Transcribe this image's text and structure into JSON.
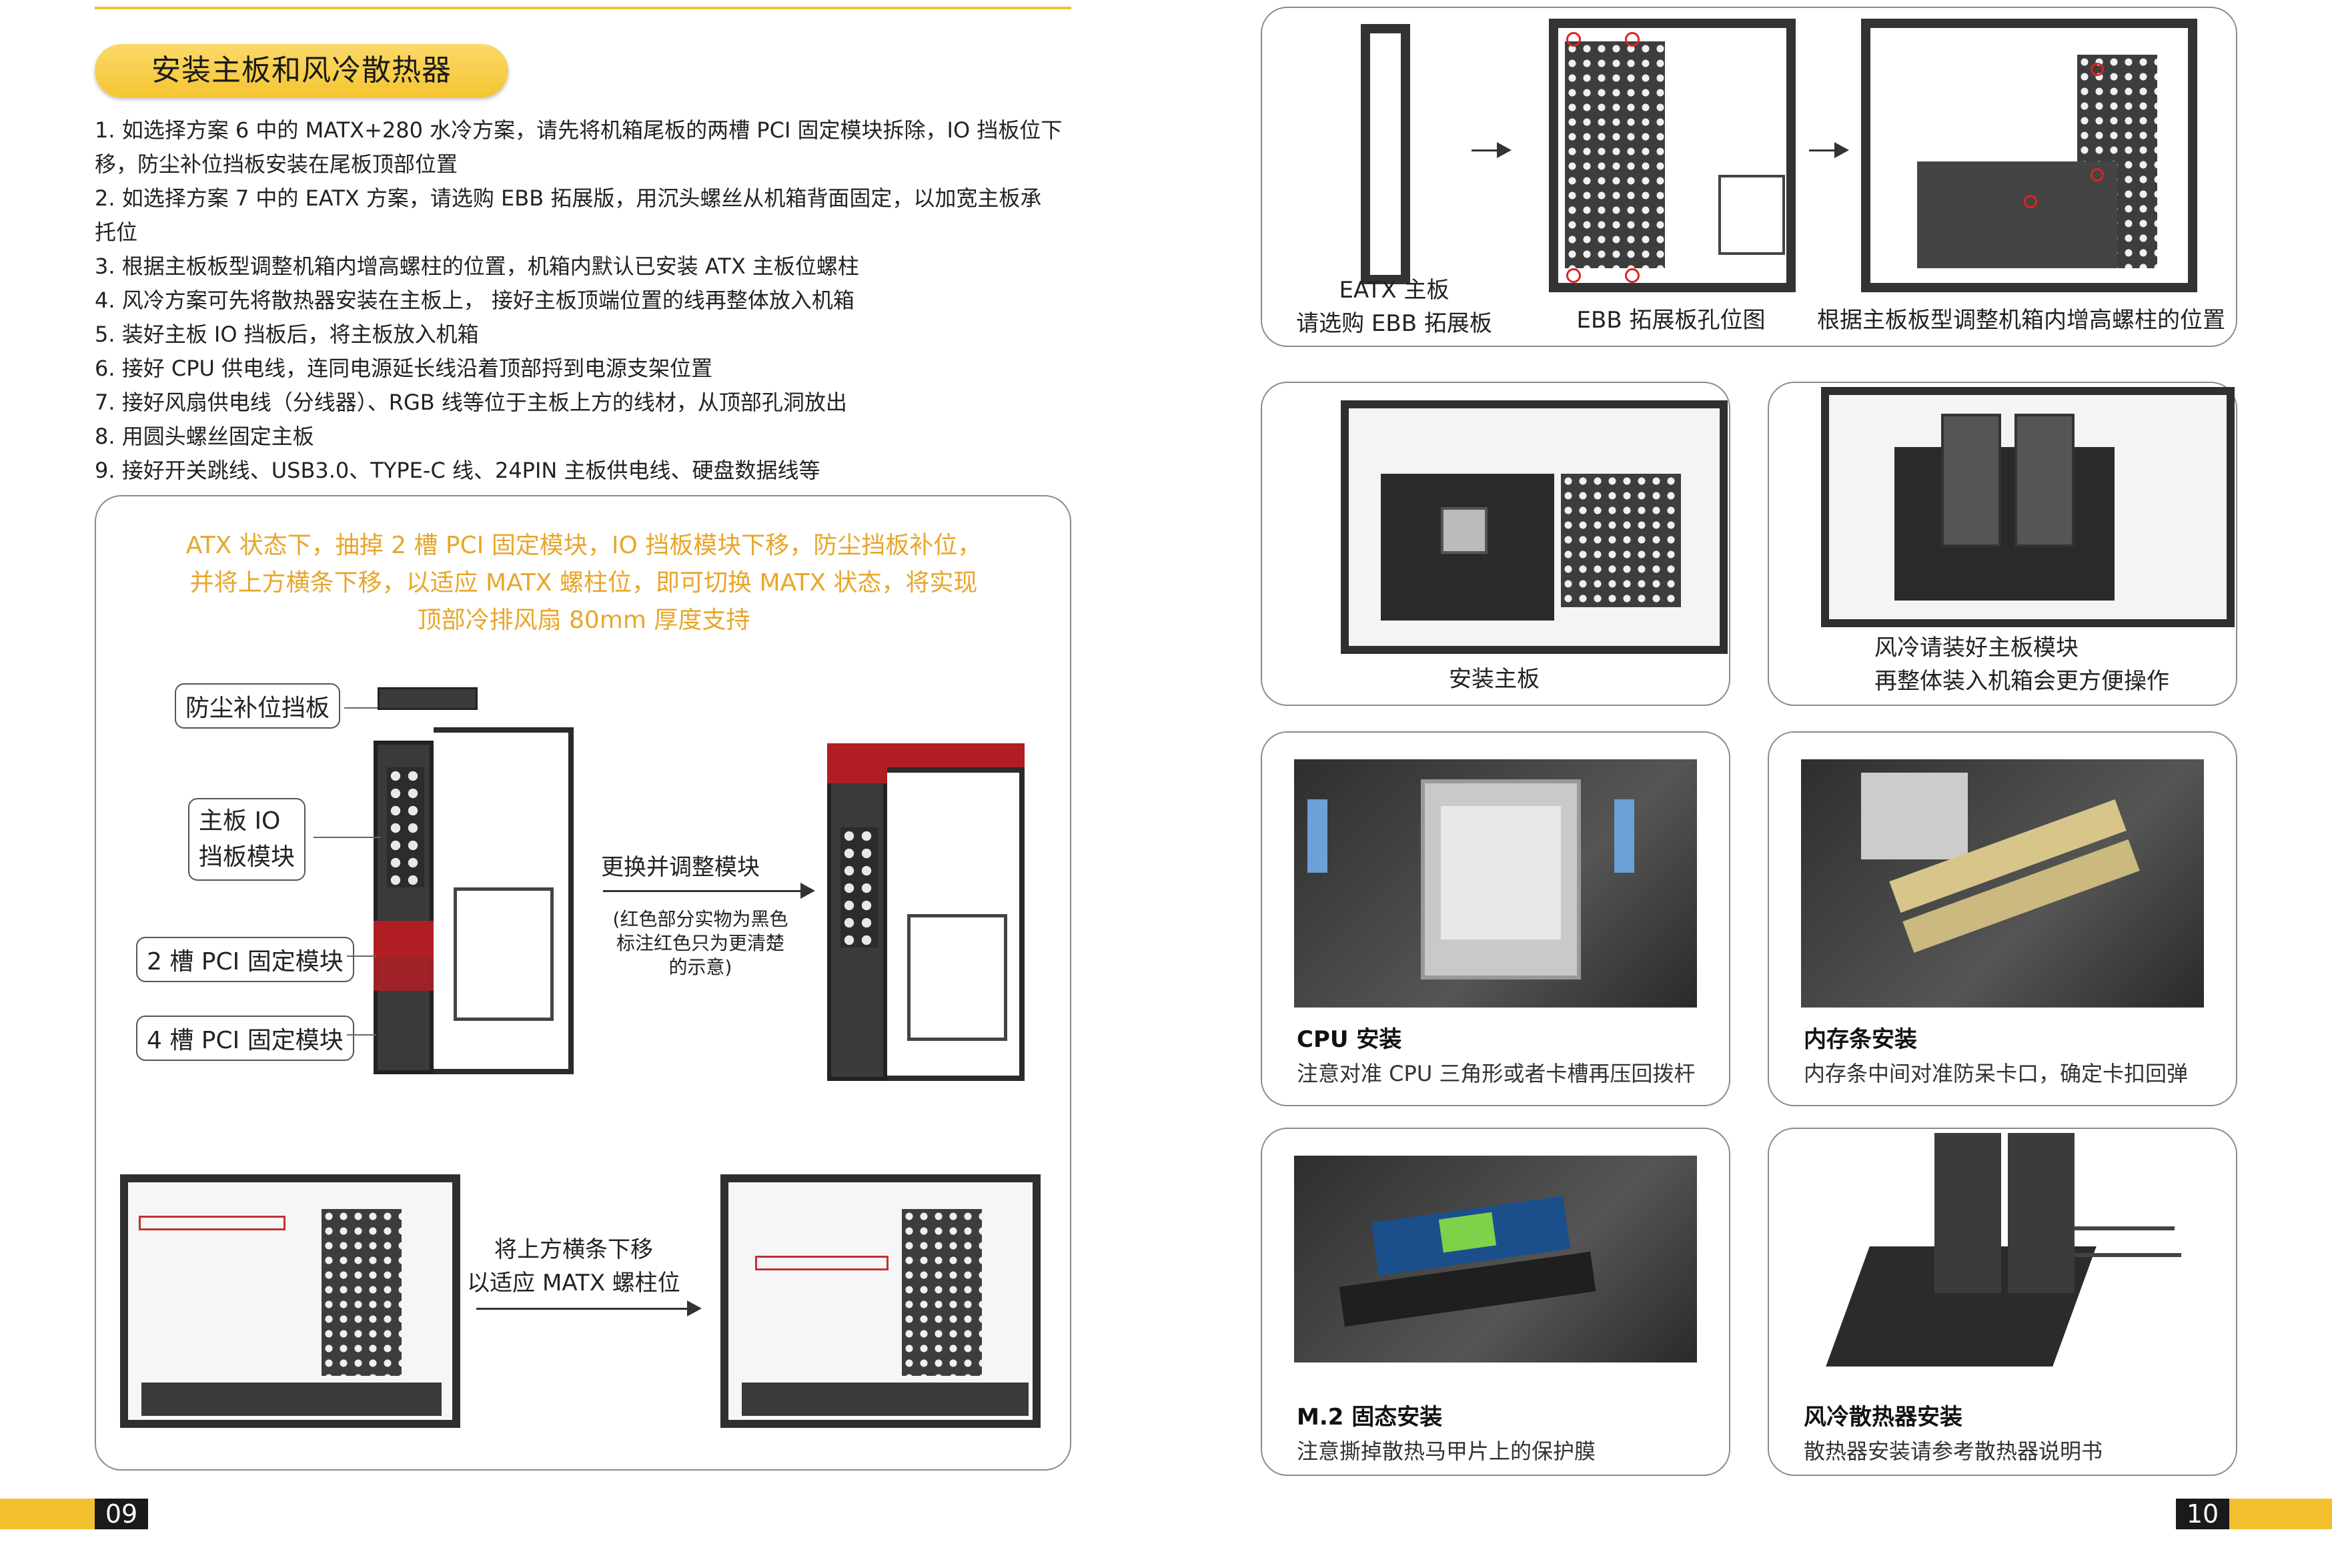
{
  "left_page": {
    "section_title": "安装主板和风冷散热器",
    "steps": [
      "1. 如选择方案 6 中的 MATX+280 水冷方案，请先将机箱尾板的两槽 PCI 固定模块拆除，IO 挡板位下",
      "移，防尘补位挡板安装在尾板顶部位置",
      "2. 如选择方案 7 中的 EATX 方案，请选购 EBB 拓展版，用沉头螺丝从机箱背面固定，以加宽主板承",
      "托位",
      "3. 根据主板板型调整机箱内增高螺柱的位置，机箱内默认已安装 ATX 主板位螺柱",
      "4. 风冷方案可先将散热器安装在主板上，  接好主板顶端位置的线再整体放入机箱",
      "5. 装好主板 IO 挡板后，将主板放入机箱",
      "6. 接好 CPU 供电线，连同电源延长线沿着顶部捋到电源支架位置",
      "7. 接好风扇供电线（分线器）、RGB 线等位于主板上方的线材，从顶部孔洞放出",
      "8. 用圆头螺丝固定主板",
      "9. 接好开关跳线、USB3.0、TYPE-C 线、24PIN 主板供电线、硬盘数据线等"
    ],
    "note_lines": [
      "ATX 状态下，抽掉 2 槽 PCI 固定模块，IO 挡板模块下移，防尘挡板补位，",
      "并将上方横条下移，以适应 MATX 螺柱位，即可切换 MATX 状态，将实现",
      "顶部冷排风扇 80mm 厚度支持"
    ],
    "labels": {
      "dust_plate": "防尘补位挡板",
      "io_module_1": "主板 IO",
      "io_module_2": "挡板模块",
      "pci2": "2 槽 PCI 固定模块",
      "pci4": "4 槽 PCI 固定模块"
    },
    "swap_title": "更换并调整模块",
    "swap_note": [
      "(红色部分实物为黑色",
      "标注红色只为更清楚",
      "的示意)"
    ],
    "move_bar": [
      "将上方横条下移",
      "以适应 MATX 螺柱位"
    ],
    "page_number": "09"
  },
  "right_page": {
    "top_captions": {
      "eatx_1": "EATX 主板",
      "eatx_2": "请选购 EBB 拓展板",
      "ebb": "EBB 拓展板孔位图",
      "standoff": "根据主板板型调整机箱内增高螺柱的位置"
    },
    "install_board": "安装主板",
    "air_cool": [
      "风冷请装好主板模块",
      "再整体装入机箱会更方便操作"
    ],
    "cpu": {
      "title": "CPU 安装",
      "desc": "注意对准 CPU 三角形或者卡槽再压回拨杆"
    },
    "memory": {
      "title": "内存条安装",
      "desc": "内存条中间对准防呆卡口，确定卡扣回弹"
    },
    "m2": {
      "title": "M.2 固态安装",
      "desc": "注意撕掉散热马甲片上的保护膜"
    },
    "cooler": {
      "title": "风冷散热器安装",
      "desc": "散热器安装请参考散热器说明书"
    },
    "page_number": "10"
  },
  "colors": {
    "accent": "#f2c02e",
    "note": "#e8a62b",
    "highlight_red": "#b01e24"
  }
}
